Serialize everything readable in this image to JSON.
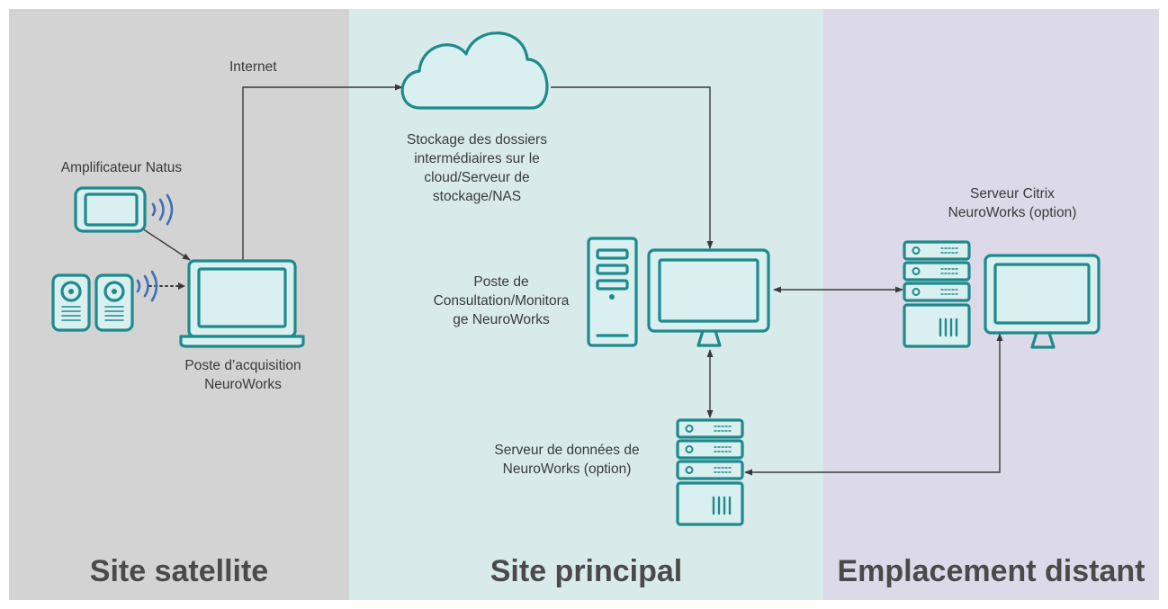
{
  "zones": {
    "satellite": "Site satellite",
    "main": "Site principal",
    "remote": "Emplacement distant"
  },
  "labels": {
    "internet": "Internet",
    "amplifier": "Amplificateur Natus",
    "acquisition": "Poste d’acquisition\nNeuroWorks",
    "storage": "Stockage des dossiers\nintermédiaires sur le\ncloud/Serveur de\nstockage/NAS",
    "review_station": "Poste de\nConsultation/Monitora\nge NeuroWorks",
    "citrix": "Serveur Citrix\nNeuroWorks (option)",
    "data_server": "Serveur de données de\nNeuroWorks (option)"
  },
  "colors": {
    "satellite_bg": "#d3d3d3",
    "main_bg": "#d8ebea",
    "remote_bg": "#dcdae9",
    "icon": "#1f8a8c",
    "wireless": "#3f6fb5",
    "connector": "#3a3a3a"
  }
}
